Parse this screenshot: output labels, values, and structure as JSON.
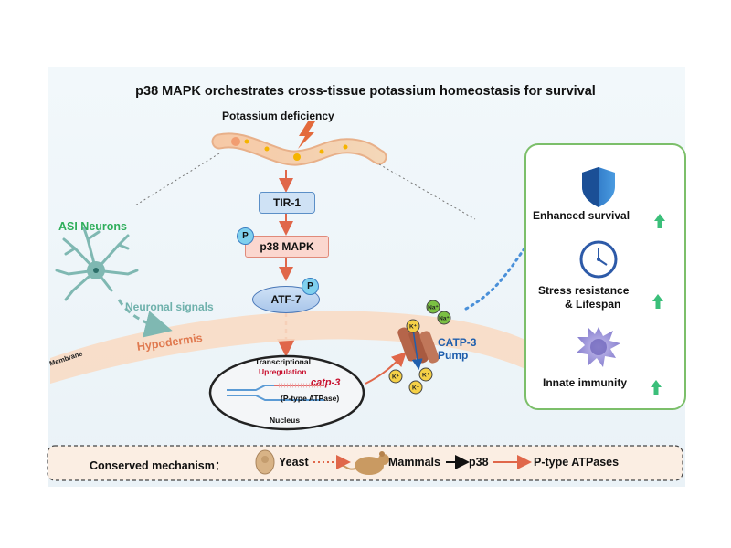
{
  "title": "p38 MAPK orchestrates cross-tissue potassium homeostasis for survival",
  "trigger": "Potassium deficiency",
  "pathway": {
    "tir1": "TIR-1",
    "p38": "p38 MAPK",
    "atf7": "ATF-7",
    "phospho": "P"
  },
  "neurons": {
    "label": "ASI Neurons",
    "signal": "Neuronal signals"
  },
  "tissue": {
    "membrane": "Membrane",
    "hypodermis": "Hypodermis"
  },
  "nucleus": {
    "transcriptional": "Transcriptional",
    "upregulation": "Upregulation",
    "gene": "catp-3",
    "gene_desc": "(P-type ATPase)",
    "label": "Nucleus"
  },
  "pump": {
    "line1": "CATP-3",
    "line2": "Pump",
    "k_ion": "K⁺",
    "na_ion": "Na⁺"
  },
  "outcomes": [
    {
      "icon": "shield-icon",
      "line1": "Enhanced survival",
      "line2": ""
    },
    {
      "icon": "clock-icon",
      "line1": "Stress resistance",
      "line2": "& Lifespan"
    },
    {
      "icon": "immune-cell-icon",
      "line1": "Innate immunity",
      "line2": ""
    }
  ],
  "conserved": {
    "label": "Conserved mechanism：",
    "yeast": "Yeast",
    "mammals": "Mammals",
    "p38": "p38",
    "atpases": "P-type ATPases"
  },
  "colors": {
    "pathway_arrow": "#e0674a",
    "neuron_green": "#2fae5b",
    "pump_blue": "#1f5fae",
    "gene_red": "#c8102e",
    "outcome_border": "#7cbf6a",
    "up_arrow": "#3bbf7a"
  }
}
